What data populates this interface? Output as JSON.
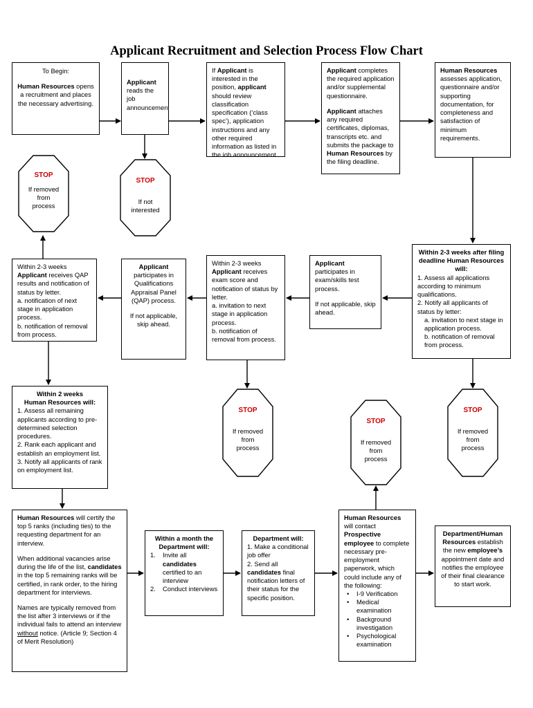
{
  "title": "Applicant Recruitment and Selection Process Flow Chart",
  "stop": {
    "word": "STOP",
    "removed": "If removed from process",
    "not_interested": "If not interested"
  },
  "b1": {
    "l1": "To Begin:",
    "bold": "Human Resources",
    "rest": " opens a recruitment and places the necessary advertising."
  },
  "b2": {
    "bold": "Applicant",
    "rest": " reads the job announcement."
  },
  "b3": {
    "t1": "If ",
    "b1": "Applicant",
    "t2": " is interested in the position, ",
    "b2": "applicant",
    "t3": " should review classification specification (‘class spec’), application instructions and any other required information as listed in the job announcement."
  },
  "b4": {
    "p1b": "Applicant",
    "p1": " completes the required application and/or supplemental questionnaire.",
    "p2b": "Applicant",
    "p2": " attaches any required certificates, diplomas, transcripts etc. and submits the package to ",
    "p2b2": "Human Resources",
    "p2e": " by the filing deadline."
  },
  "b5": {
    "bold": "Human Resources",
    "rest": " assesses application, questionnaire and/or supporting documentation, for completeness and satisfaction of minimum requirements."
  },
  "b6": {
    "head": "Within 2-3 weeks after filing deadline Human Resources will:",
    "l1": "1. Assess all applications according to minimum qualifications.",
    "l2": "2. Notify all applicants of status by letter:",
    "a": "a. invitation to next stage in application process.",
    "b": "b. notification of removal from process."
  },
  "b7": {
    "bold": "Applicant",
    "rest": " participates in exam/skills test process.",
    "p2": "If not applicable, skip ahead."
  },
  "b8": {
    "t1": "Within 2-3 weeks ",
    "bold": "Applicant",
    "t2": " receives exam score and notification of status by letter.",
    "a": "a. invitation to next stage in application process.",
    "b": "b. notification of removal from process."
  },
  "b9": {
    "bold": "Applicant",
    "rest": "participates in Qualifications Appraisal Panel (QAP) process.",
    "p2": "If not applicable, skip ahead."
  },
  "b10": {
    "t1": "Within 2-3 weeks ",
    "bold": "Applicant",
    "t2": " receives QAP results and notification of status by letter.",
    "a": "a. notification of next stage in application process.",
    "b": "b. notification of removal from process."
  },
  "b11": {
    "h1": "Within 2 weeks",
    "h2": "Human Resources will:",
    "l1": "1. Assess all remaining applicants according to pre-determined selection procedures.",
    "l2": "2. Rank each applicant and establish an employment list.",
    "l3": "3. Notify all applicants of rank on employment list."
  },
  "b12": {
    "p1b": "Human Resources",
    "p1": " will certify the top 5 ranks (including ties) to the requesting department for an interview.",
    "p2a": "When additional vacancies arise during the life of the list, ",
    "p2b": "candidates",
    "p2c": " in the top 5 remaining ranks will be certified, in rank order, to the hiring department for interviews.",
    "p3a": "Names are typically removed from the list after 3 interviews or if the individual fails to attend an interview ",
    "p3u": "without",
    "p3b": " notice. (Article 9; Section 4 of Merit Resolution)"
  },
  "b13": {
    "h1": "Within a month the",
    "h2": "Department will:",
    "n1": "1.",
    "i1a": "Invite all ",
    "i1b": "candidates",
    "i1c": " certified to an interview",
    "n2": "2.",
    "i2": "Conduct interviews"
  },
  "b14": {
    "h": "Department will:",
    "i1": "1. Make a conditional job offer",
    "i2a": "2. Send all ",
    "i2b": "candidates",
    "i2c": " final notification letters of their status for the specific position."
  },
  "b15": {
    "b1": "Human Resources",
    "t1": " will contact ",
    "b2": "Prospective employee",
    "t2": " to complete necessary pre-employment paperwork, which could include any of the following:",
    "bullet": "•",
    "items": [
      "I-9 Verification",
      "Medical examination",
      "Background investigation",
      "Psychological examination"
    ]
  },
  "b16": {
    "b1": "Department/Human Resources",
    "t1": " establish the new ",
    "b2": "employee’s",
    "t2": " appointment date and notifies the employee of their final clearance to start work."
  }
}
